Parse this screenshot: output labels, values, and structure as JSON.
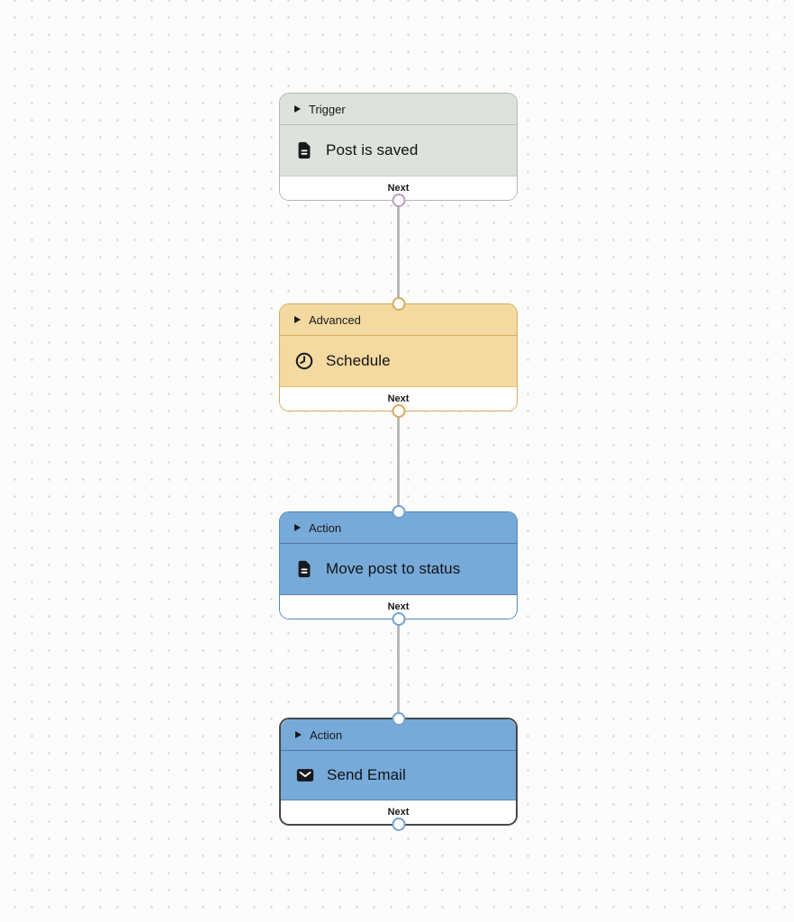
{
  "canvas": {
    "type": "workflow-editor-canvas",
    "background_color": "#fcfcfc",
    "dot_color": "#d7d7d7",
    "edge_color": "#b9b9b9"
  },
  "nodes": [
    {
      "category": "Trigger",
      "title": "Post is saved",
      "icon": "document-icon",
      "next_label": "Next",
      "variant": "trigger",
      "fill_color": "#dde3dc",
      "border_color": "#aeb9ae",
      "handle_color": "#bd98c5",
      "selected": false,
      "has_input_handle": false,
      "has_output_handle": true
    },
    {
      "category": "Advanced",
      "title": "Schedule",
      "icon": "clock-icon",
      "next_label": "Next",
      "variant": "advanced",
      "fill_color": "#f4d9a0",
      "border_color": "#d4ab61",
      "handle_color": "#d4ab61",
      "selected": false,
      "has_input_handle": true,
      "has_output_handle": true
    },
    {
      "category": "Action",
      "title": "Move post to status",
      "icon": "document-icon",
      "next_label": "Next",
      "variant": "action",
      "fill_color": "#77aad9",
      "border_color": "#4d86be",
      "handle_color": "#72a2d2",
      "selected": false,
      "has_input_handle": true,
      "has_output_handle": true
    },
    {
      "category": "Action",
      "title": "Send Email",
      "icon": "envelope-icon",
      "next_label": "Next",
      "variant": "action",
      "fill_color": "#77aad9",
      "border_color": "#45484b",
      "handle_color": "#72a2d2",
      "selected": true,
      "has_input_handle": true,
      "has_output_handle": true
    }
  ],
  "edges": [
    {
      "from": "Post is saved",
      "to": "Schedule"
    },
    {
      "from": "Schedule",
      "to": "Move post to status"
    },
    {
      "from": "Move post to status",
      "to": "Send Email"
    }
  ],
  "colors": {
    "selected_border": "#45484b",
    "text": "#17191c",
    "footer_background": "#ffffff"
  }
}
